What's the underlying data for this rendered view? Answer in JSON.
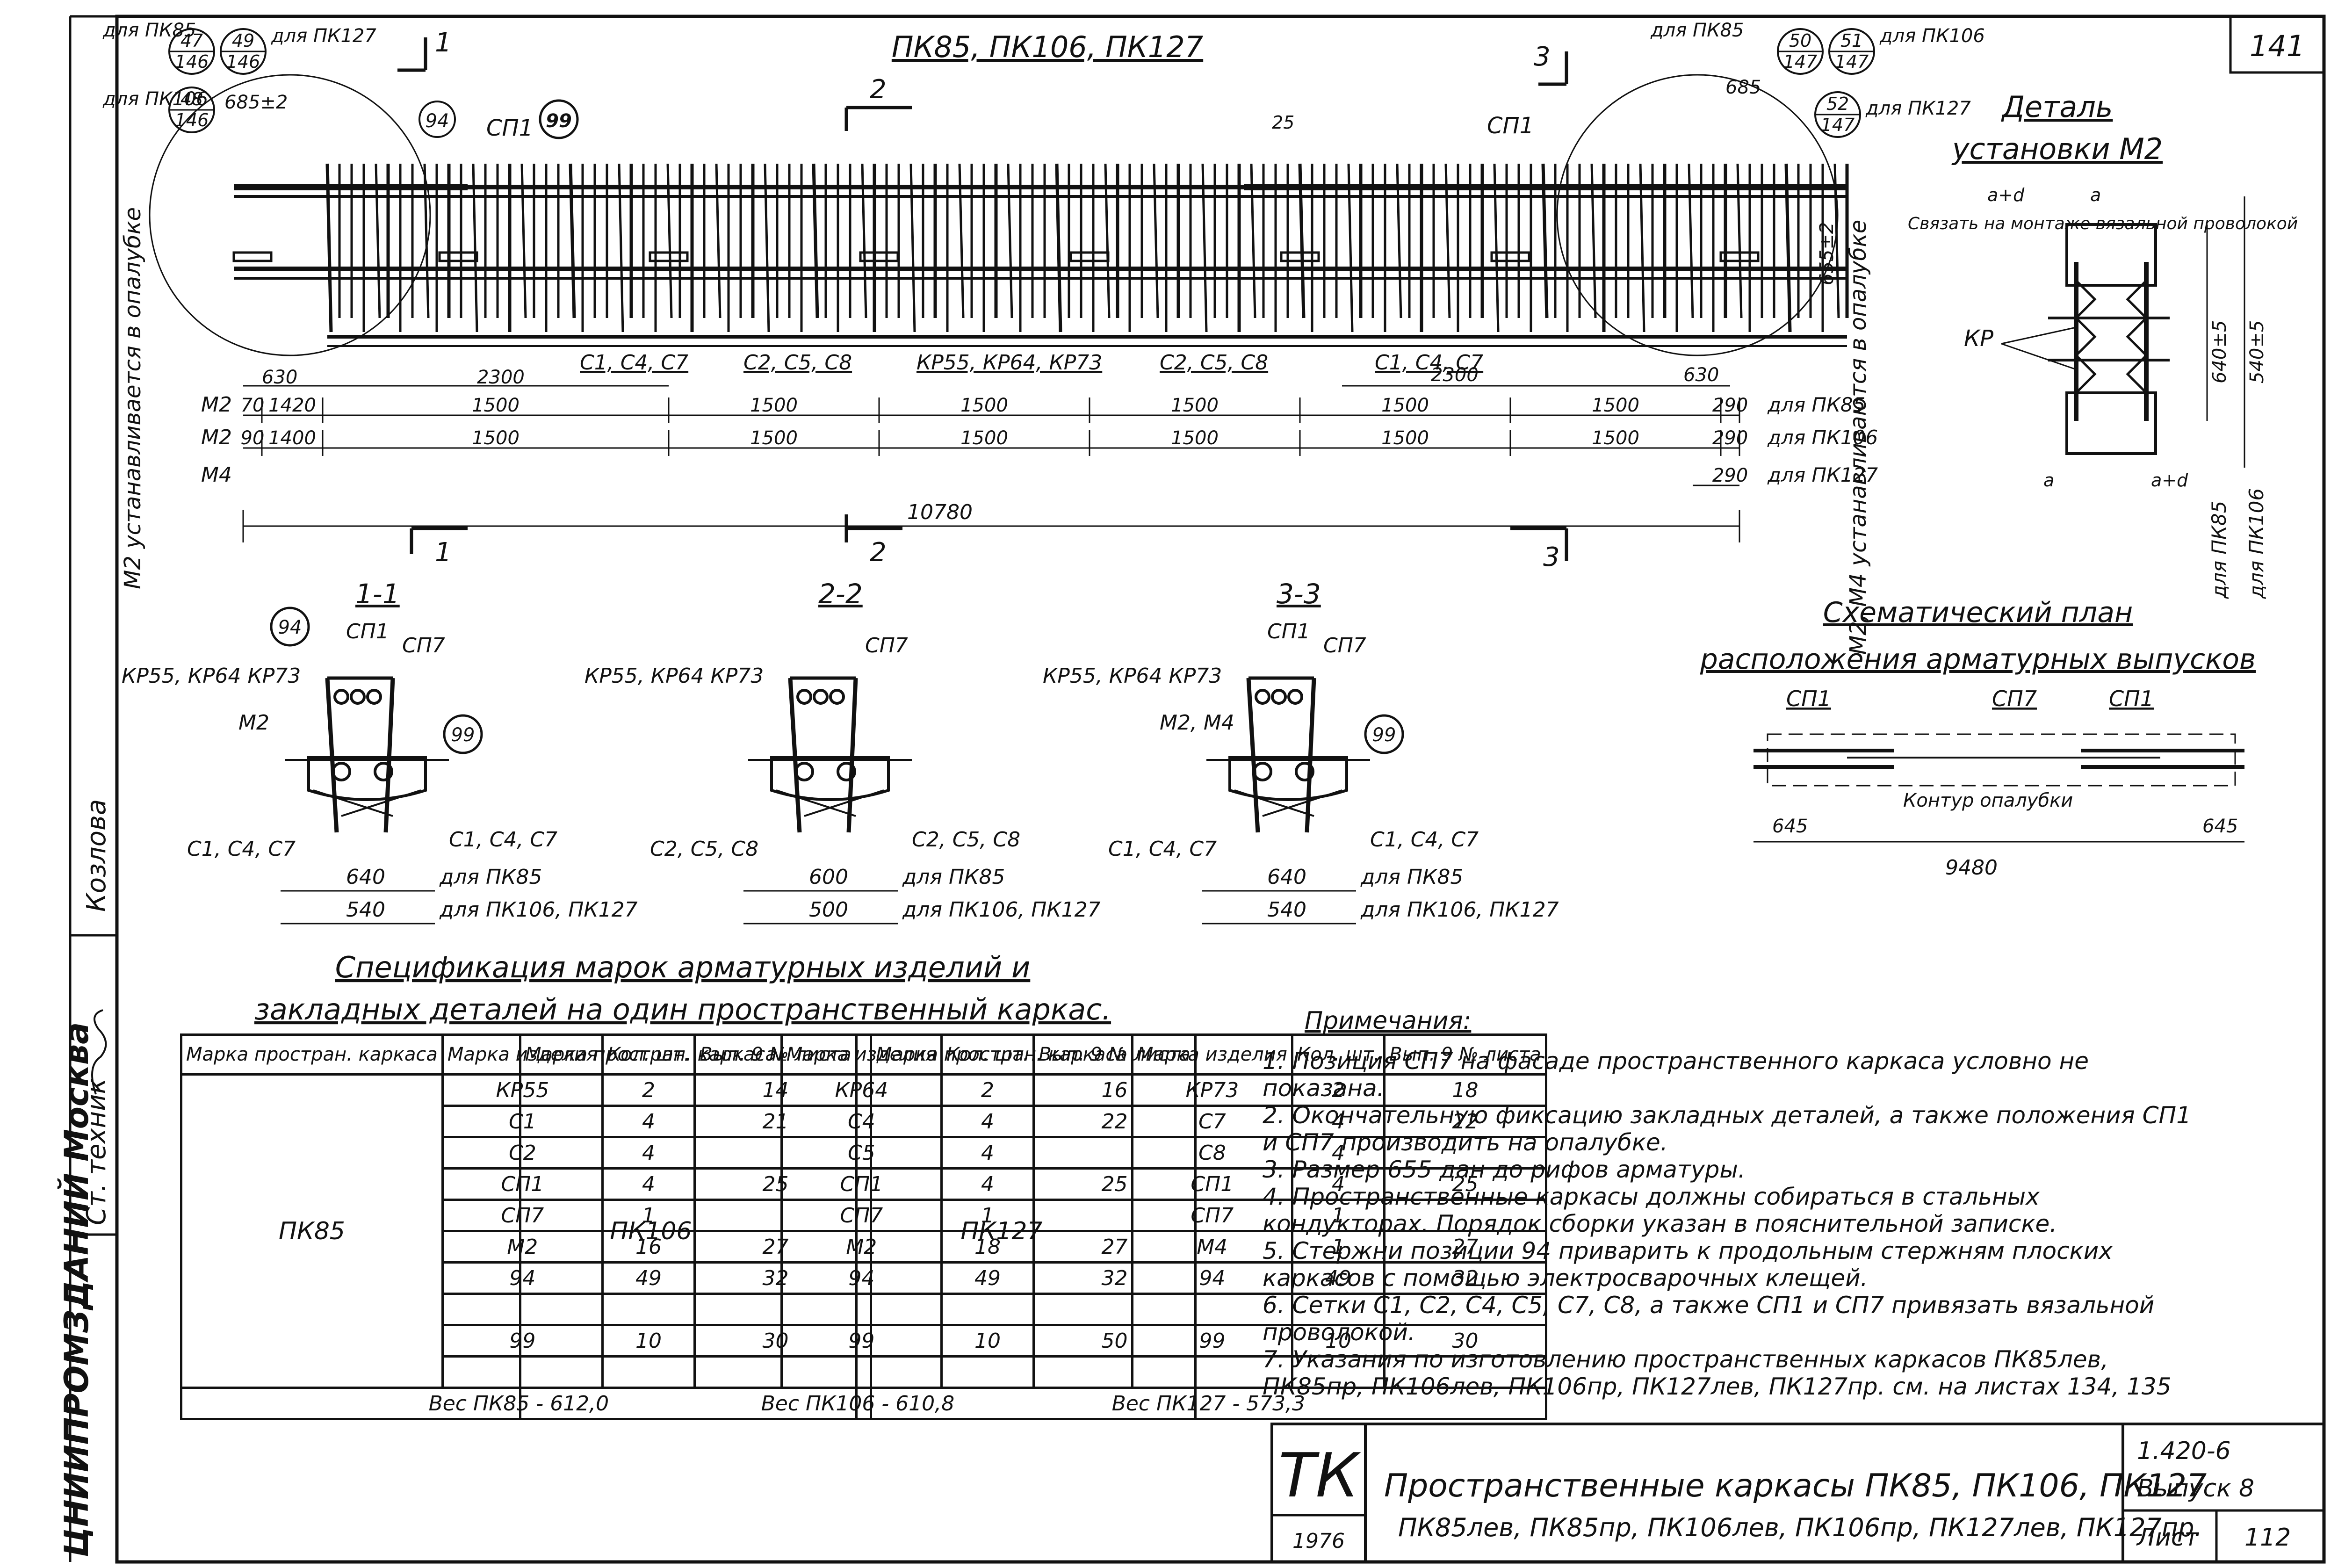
{
  "sheet": {
    "sheet_number_top": "141",
    "main_title": "ПК85, ПК106, ПК127",
    "stamp_left": "ЦНИИПРОМЗДАНИЙ Москва",
    "stamp_role": "Ст. техник",
    "stamp_name": "Козлова",
    "tk_logo": "ТК",
    "year": "1976",
    "title_line1": "Пространственные каркасы ПК85, ПК106, ПК127",
    "title_line2": "ПК85лев, ПК85пр, ПК106лев, ПК106пр, ПК127лев, ПК127пр.",
    "series": "1.420-6",
    "issue": "Выпуск 8",
    "list_label": "Лист",
    "list_number": "112"
  },
  "elevation": {
    "callouts_left": [
      {
        "prefix": "для ПК85",
        "num": "47",
        "den": "146",
        "num2": "49",
        "den2": "146",
        "suffix": "для ПК127"
      },
      {
        "prefix": "для ПК106",
        "num": "48",
        "den": "146"
      }
    ],
    "callouts_right": [
      {
        "prefix": "для ПК85",
        "num": "50",
        "den": "147",
        "num2": "51",
        "den2": "147",
        "suffix": "для ПК106"
      },
      {
        "num": "52",
        "den": "147",
        "suffix": "для ПК127"
      }
    ],
    "section_marks": [
      "1",
      "2",
      "3"
    ],
    "labels": {
      "sp1": "СП1",
      "c94": "94",
      "c99": "99",
      "mesh_a": "С1, С4, С7",
      "mesh_b": "С2, С5, С8",
      "kr": "КР55, КР64, КР73",
      "mesh_c": "С2, С5, С8",
      "mesh_d": "С1, С4, С7",
      "d685a": "685±2",
      "d685b": "685",
      "d25": "25",
      "d655": "655±2",
      "d630a": "630",
      "d630b": "630",
      "d2300a": "2300",
      "d2300b": "2300",
      "total": "10780",
      "left_vertical": "М2 устанавливается в опалубке",
      "right_vertical": "М2, М4 устанавливаются в опалубке"
    },
    "dim_rows": [
      {
        "tag": "М2",
        "cells": [
          "70",
          "1420",
          "1500",
          "1500",
          "1500",
          "1500",
          "1500",
          "1500",
          "290"
        ],
        "suffix": "для ПК85"
      },
      {
        "tag": "М2",
        "cells": [
          "90",
          "1400",
          "1500",
          "1500",
          "1500",
          "1500",
          "1500",
          "1500",
          "290"
        ],
        "suffix": "для ПК106"
      },
      {
        "tag": "М4",
        "cells": [
          "290"
        ],
        "suffix": "для ПК127"
      }
    ]
  },
  "detail": {
    "title_l1": "Деталь",
    "title_l2": "установки М2",
    "note": "Связать на монтаже вязальной проволокой",
    "kr": "КР",
    "a_d": "а+d",
    "a": "а",
    "d640": "640±5",
    "d540": "540±5",
    "for85": "для ПК85",
    "for106": "для ПК106"
  },
  "sections": [
    {
      "title": "1-1",
      "kr": "КР55, КР64 КР73",
      "m": "М2",
      "mesh_l": "С1, С4, С7",
      "mesh_r": "С1, С4, С7",
      "sp1": "СП1",
      "sp7": "СП7",
      "c94": "94",
      "c99": "99",
      "w1": "640",
      "w1s": "для ПК85",
      "w2": "540",
      "w2s": "для ПК106, ПК127"
    },
    {
      "title": "2-2",
      "kr": "КР55, КР64 КР73",
      "sp7": "СП7",
      "mesh_l": "С2, С5, С8",
      "mesh_r": "С2, С5, С8",
      "w1": "600",
      "w1s": "для ПК85",
      "w2": "500",
      "w2s": "для ПК106, ПК127"
    },
    {
      "title": "3-3",
      "kr": "КР55, КР64 КР73",
      "m": "М2, М4",
      "mesh_l": "С1, С4, С7",
      "mesh_r": "С1, С4, С7",
      "sp1": "СП1",
      "sp7": "СП7",
      "c99": "99",
      "w1": "640",
      "w1s": "для ПК85",
      "w2": "540",
      "w2s": "для ПК106, ПК127"
    }
  ],
  "plan": {
    "title_l1": "Схематический план",
    "title_l2": "расположения арматурных выпусков",
    "sp1_l": "СП1",
    "sp7": "СП7",
    "sp1_r": "СП1",
    "contour": "Контур опалубки",
    "d645l": "645",
    "d645r": "645",
    "d9480": "9480"
  },
  "spec": {
    "title_l1": "Спецификация марок арматурных изделий и",
    "title_l2": "закладных деталей на один пространственный каркас.",
    "headers": [
      "Марка простран. каркаса",
      "Марка изделия",
      "Кол. шт.",
      "Вып. 9 № листа"
    ],
    "tables": [
      {
        "frame": "ПК85",
        "rows": [
          [
            "КР55",
            "2",
            "14"
          ],
          [
            "С1",
            "4",
            "21"
          ],
          [
            "С2",
            "4",
            ""
          ],
          [
            "СП1",
            "4",
            "25"
          ],
          [
            "СП7",
            "1",
            ""
          ],
          [
            "М2",
            "16",
            "27"
          ],
          [
            "94",
            "49",
            "32"
          ],
          [
            "",
            "",
            " "
          ],
          [
            "99",
            "10",
            "30"
          ],
          [
            "",
            "",
            ""
          ]
        ],
        "weight": "Вес ПК85 - 612,0"
      },
      {
        "frame": "ПК106",
        "rows": [
          [
            "КР64",
            "2",
            "16"
          ],
          [
            "С4",
            "4",
            "22"
          ],
          [
            "С5",
            "4",
            ""
          ],
          [
            "СП1",
            "4",
            "25"
          ],
          [
            "СП7",
            "1",
            ""
          ],
          [
            "М2",
            "18",
            "27"
          ],
          [
            "94",
            "49",
            "32"
          ],
          [
            "",
            "",
            " "
          ],
          [
            "99",
            "10",
            "50"
          ],
          [
            "",
            "",
            ""
          ]
        ],
        "weight": "Вес ПК106 - 610,8"
      },
      {
        "frame": "ПК127",
        "rows": [
          [
            "КР73",
            "2",
            "18"
          ],
          [
            "С7",
            "4",
            "22"
          ],
          [
            "С8",
            "4",
            ""
          ],
          [
            "СП1",
            "4",
            "25"
          ],
          [
            "СП7",
            "1",
            ""
          ],
          [
            "М4",
            "1",
            "27"
          ],
          [
            "94",
            "49",
            "32"
          ],
          [
            "",
            "",
            " "
          ],
          [
            "99",
            "10",
            "30"
          ],
          [
            "",
            "",
            ""
          ]
        ],
        "weight": "Вес ПК127 - 573,3"
      }
    ]
  },
  "notes": {
    "title": "Примечания:",
    "items": [
      "1. Позиция СП7 на фасаде пространственного каркаса условно не показана.",
      "2. Окончательную фиксацию закладных деталей, а также положения СП1 и СП7 производить на опалубке.",
      "3. Размер 655 дан до рифов арматуры.",
      "4. Пространственные каркасы должны собираться в стальных кондукторах. Порядок сборки указан в пояснительной записке.",
      "5. Стержни позиции 94 приварить к продольным стержням плоских каркасов с помощью электросварочных клещей.",
      "6. Сетки С1, С2, С4, С5, С7, С8, а также СП1 и СП7 привязать вязальной проволокой.",
      "7. Указания по изготовлению пространственных каркасов ПК85лев, ПК85пр, ПК106лев, ПК106пр, ПК127лев, ПК127пр. см. на листах 134, 135"
    ]
  }
}
